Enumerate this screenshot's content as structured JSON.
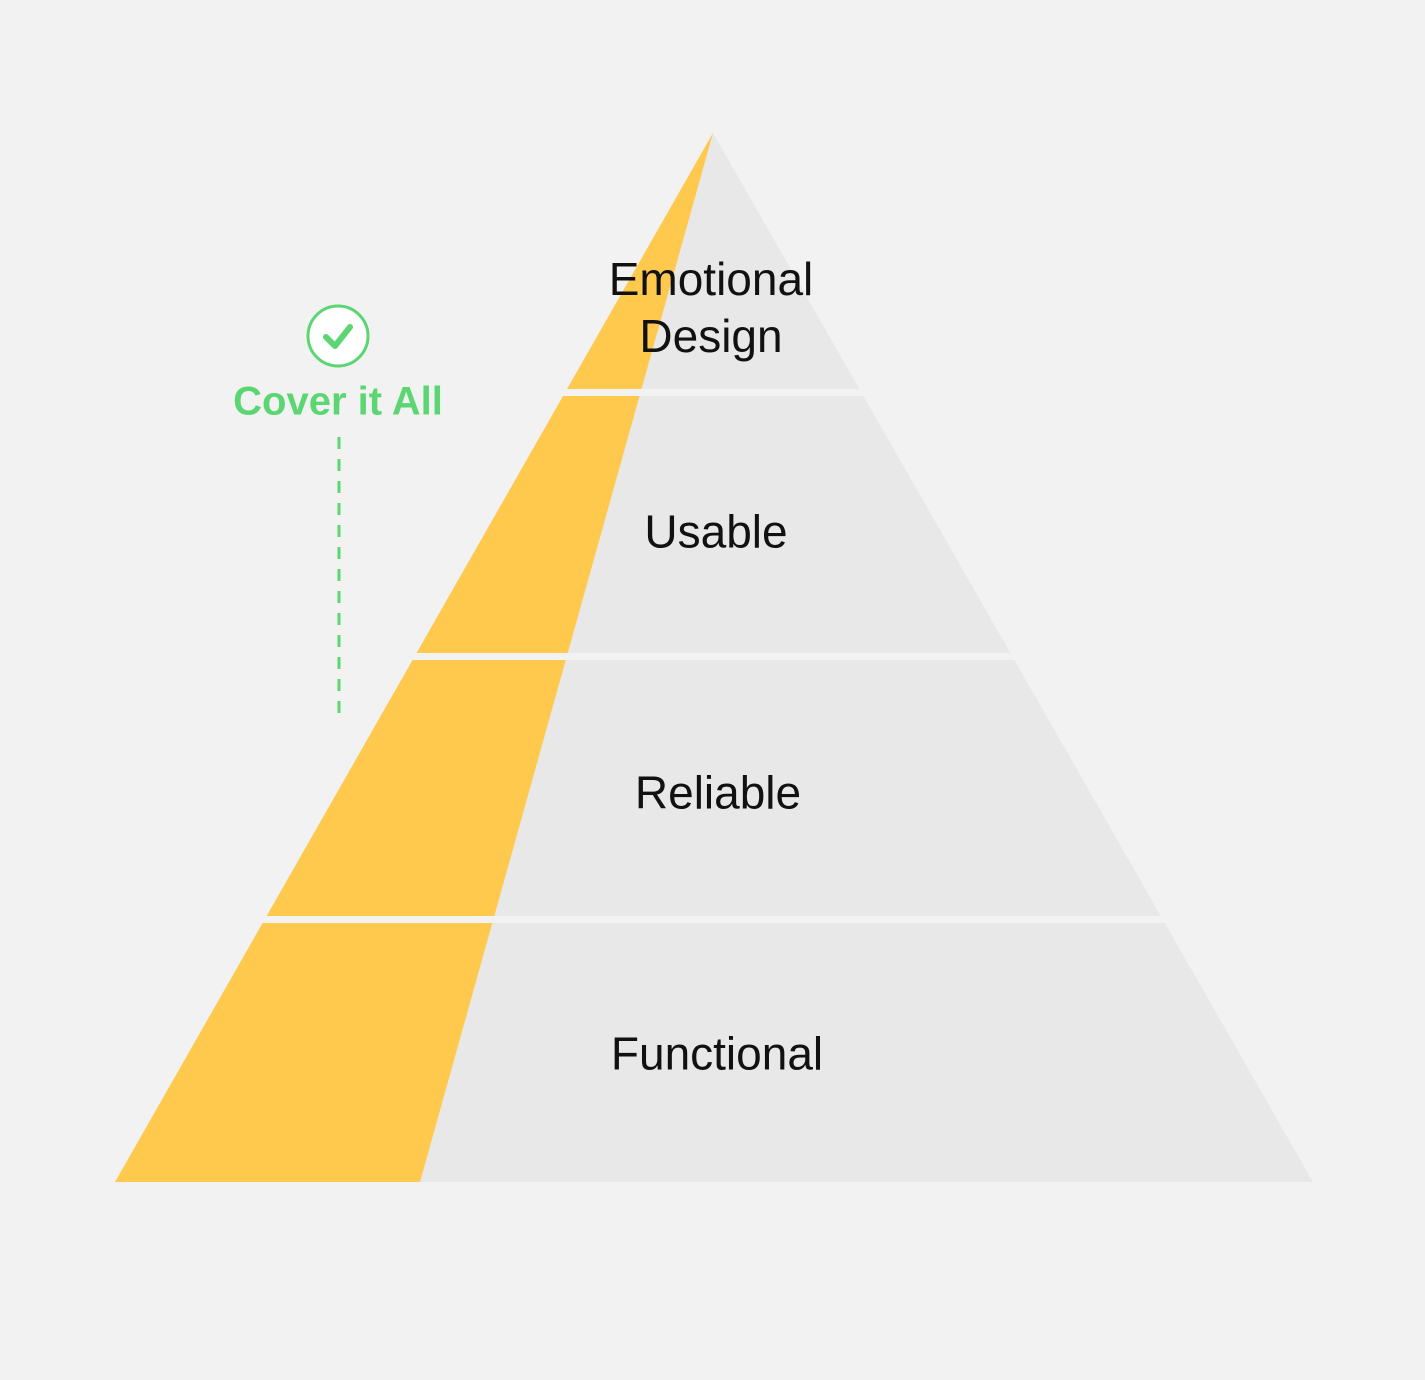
{
  "title": "Pyramid of design needs",
  "layers": [
    {
      "label": "Emotional Design"
    },
    {
      "label": "Usable"
    },
    {
      "label": "Reliable"
    },
    {
      "label": "Functional"
    }
  ],
  "annotation": {
    "label": "Cover it All",
    "icon": "check-circle-icon"
  },
  "colors": {
    "background": "#f2f2f2",
    "layer": "#e8e8e8",
    "highlight": "#fec94d",
    "accent": "#5cd672",
    "text": "#111111"
  }
}
